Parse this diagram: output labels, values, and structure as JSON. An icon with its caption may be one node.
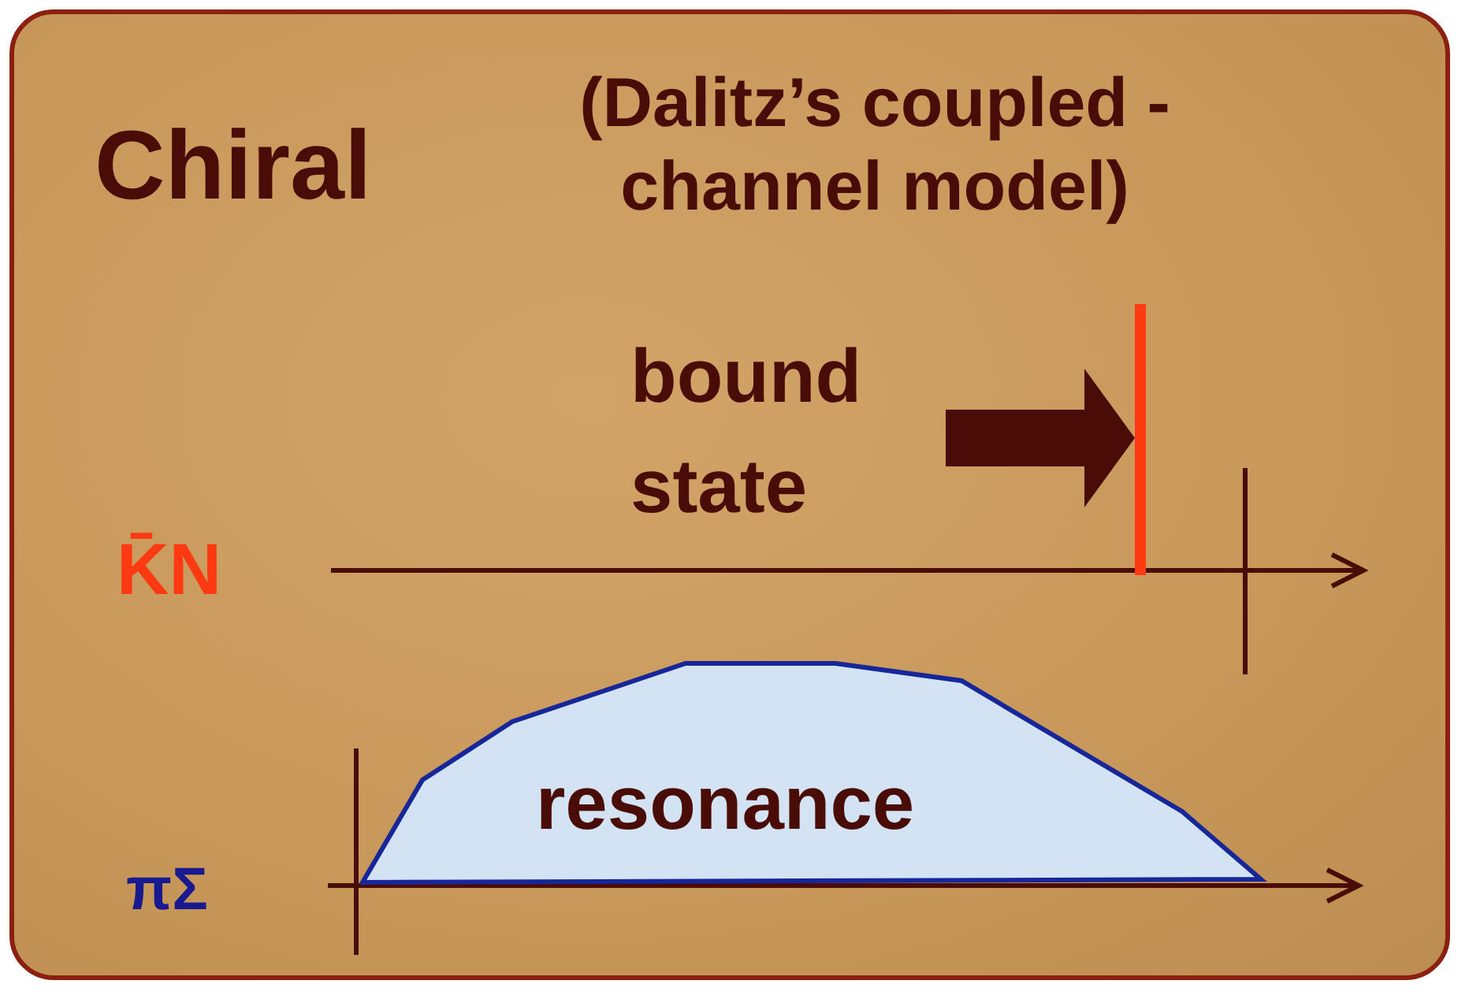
{
  "diagram": {
    "title": "Chiral",
    "nodes": [
      {
        "text": [
          "bound state"
        ]
      },
      {
        "text": [],
        "shape": "bar"
      },
      {
        "text": [
          "resonance"
        ]
      }
    ],
    "edges": [
      {
        "from": 0,
        "to": 1,
        "arrow": "to",
        "style": "thick"
      }
    ],
    "labels": [
      "(Dalitz’s coupled -channel model)",
      "K̄N",
      "πΣ"
    ]
  }
}
